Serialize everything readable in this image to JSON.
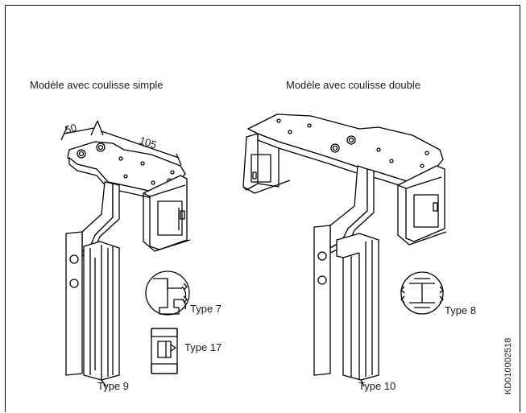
{
  "headings": {
    "left": "Modèle avec coulisse simple",
    "right": "Modèle avec coulisse double"
  },
  "dimensions": {
    "width": "50",
    "length": "105"
  },
  "types": {
    "type9": "Type 9",
    "type7": "Type 7",
    "type17": "Type 17",
    "type10": "Type 10",
    "type8": "Type 8"
  },
  "drawing_code": "KD010002518"
}
